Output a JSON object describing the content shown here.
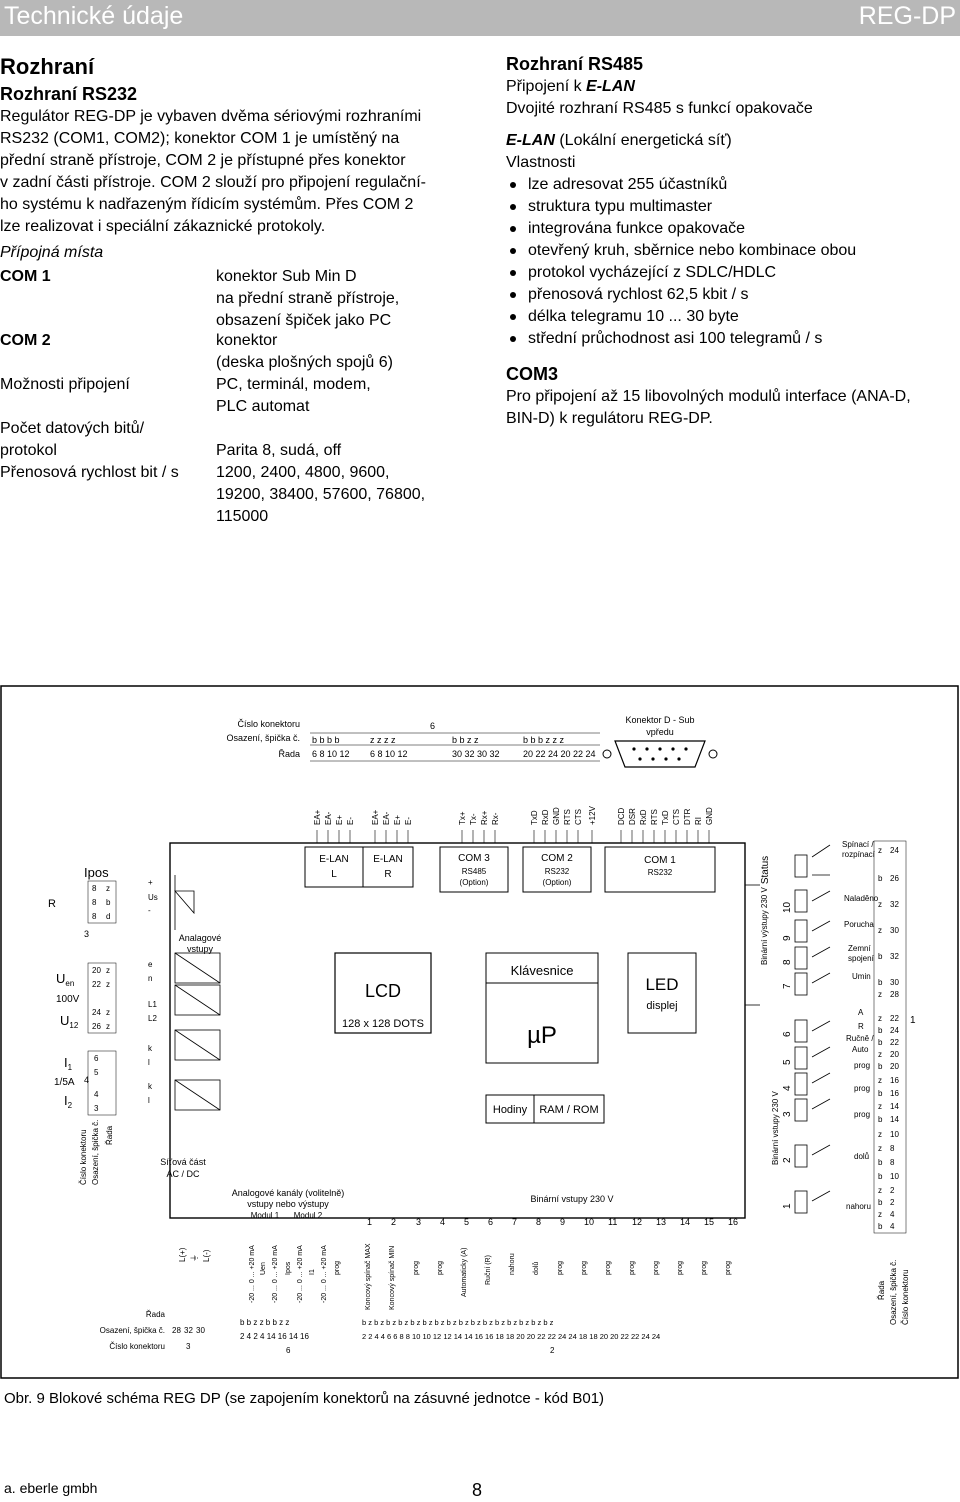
{
  "header": {
    "left_title": "Technické údaje",
    "right_title": "REG-DP"
  },
  "left": {
    "section_title": "Rozhraní",
    "subtitle": "Rozhraní RS232",
    "intro": [
      "Regulátor REG-DP je vybaven dvěma sériovými rozhraními",
      "RS232 (COM1, COM2); konektor COM 1 je umístěný na",
      "přední straně přístroje, COM 2 je přístupné přes konektor",
      "v zadní části přístroje. COM 2 slouží pro připojení regulační-",
      "ho systému k nadřazeným řídicím systémům. Přes COM 2",
      "lze realizovat i speciální zákaznické protokoly."
    ],
    "connections_title": "Přípojná místa",
    "spec": {
      "com1_key": "COM 1",
      "com1_val": [
        "konektor Sub Min D",
        "na přední straně přístroje,",
        "obsazení špiček jako PC"
      ],
      "com2_key": "COM 2",
      "com2_val": [
        "konektor",
        "(deska plošných spojů 6)"
      ],
      "options_key": "Možnosti připojení",
      "options_val": [
        "PC, terminál, modem,",
        "PLC automat"
      ],
      "bits_key": [
        "Počet datových bitů/",
        "protokol"
      ],
      "bits_val": "Parita 8, sudá, off",
      "baud_key": "Přenosová rychlost bit / s",
      "baud_val": [
        "1200, 2400, 4800, 9600,",
        "19200, 38400, 57600, 76800,",
        "115000"
      ]
    }
  },
  "right": {
    "title": "Rozhraní RS485",
    "sub1_prefix": "Připojení k ",
    "sub1_em": "E-LAN",
    "sub2": "Dvojité rozhraní RS485 s funkcí opakovače",
    "elan_em": "E-LAN",
    "elan_rest": " (Lokální energetická síť)",
    "props_title": "Vlastnosti",
    "bullets": [
      "lze adresovat 255 účastníků",
      "struktura typu multimaster",
      "integrována funkce opakovače",
      "otevřený kruh, sběrnice nebo kombinace obou",
      "protokol vycházející z SDLC/HDLC",
      "přenosová rychlost 62,5 kbit / s",
      "délka telegramu 10 ... 30 byte",
      "střední průchodnost asi 100 telegramů / s"
    ],
    "com3_title": "COM3",
    "com3_text": [
      "Pro připojení až 15 libovolných modulů interface (ANA-D,",
      "BIN-D) k regulátoru REG-DP."
    ]
  },
  "diagram": {
    "conn_labels": [
      "Číslo konektoru",
      "Osazení, špička č.",
      "Řada"
    ],
    "top_number": "6",
    "sub_d_title": [
      "Konektor D - Sub",
      "vpředu"
    ],
    "top_groups": [
      {
        "rows": [
          "b b b b",
          "6 8 10 12"
        ],
        "signals": [
          "EA+",
          "EA-",
          "E+",
          "E-"
        ]
      },
      {
        "rows": [
          "z z z z",
          "6 8 10 12"
        ],
        "signals": [
          "EA+",
          "EA-",
          "E+",
          "E-"
        ]
      },
      {
        "rows": [
          "b b z z",
          "30 32 30 32"
        ],
        "signals": [
          "Tx+",
          "Tx-",
          "Rx+",
          "Rx-"
        ]
      },
      {
        "rows": [
          "b b b z z z",
          "20 22 24 20 22 24"
        ],
        "signals": [
          "TxD",
          "RxD",
          "GND",
          "RTS",
          "CTS",
          "+12V"
        ]
      }
    ],
    "subd_signals": [
      "DCD",
      "DSR",
      "RxD",
      "RTS",
      "TxD",
      "CTS",
      "DTR",
      "RI",
      "GND"
    ],
    "blocks": {
      "elan_l": [
        "E-LAN",
        "L"
      ],
      "elan_r": [
        "E-LAN",
        "R"
      ],
      "com3": [
        "COM 3",
        "RS485",
        "(Option)"
      ],
      "com2": [
        "COM 2",
        "RS232",
        "(Option)"
      ],
      "com1": [
        "COM 1",
        "RS232"
      ],
      "status": "Status",
      "lcd": "LCD",
      "lcd_dots": "128 x 128 DOTS",
      "keyboard": "Klávesnice",
      "up": "µP",
      "led": "LED",
      "led_display": "displej",
      "clock": "Hodiny",
      "ram": "RAM / ROM",
      "analog_inputs": [
        "Analagové",
        "vstupy"
      ],
      "mains": [
        "Síťová část",
        "AC / DC"
      ],
      "analog_channels": [
        "Analogové kanály (volitelně)",
        "vstupy nebo výstupy"
      ],
      "module1": "Modul 1",
      "module2": "Modul 2",
      "binary_inputs": "Binární vstupy 230 V",
      "binary_outputs_v": "Binární výstupy 230 V",
      "binary_inputs_v": "Binární vstupy 230 V"
    },
    "left_labels": {
      "ipos": "Ipos",
      "r": "R",
      "uen": "U",
      "uen_sub": "en",
      "v100": "100V",
      "u12": "U",
      "u12_sub": "12",
      "i1": "I",
      "i1_sub": "1",
      "a15": "1/5A",
      "i2": "I",
      "i2_sub": "2",
      "n3": "3",
      "n4": "4",
      "pins": [
        [
          "8",
          "z"
        ],
        [
          "8",
          "b"
        ],
        [
          "8",
          "d"
        ],
        [
          "20",
          "z"
        ],
        [
          "22",
          "z"
        ],
        [
          "24",
          "z"
        ],
        [
          "26",
          "z"
        ],
        [
          "6",
          ""
        ],
        [
          "5",
          ""
        ],
        [
          "4",
          ""
        ],
        [
          "3",
          ""
        ]
      ],
      "us_col": [
        "+",
        "Us",
        "-",
        "e",
        "n",
        "L1",
        "L2",
        "k",
        "l",
        "k",
        "l"
      ],
      "vert": [
        "Číslo konektoru",
        "Osazení, špička č.",
        "Řada"
      ]
    },
    "bottom_left": {
      "rada": "Řada",
      "osazeni": "Osazení, špička č.",
      "cislo": "Číslo konektoru",
      "pins": [
        "28",
        "32",
        "30"
      ],
      "conn": "3"
    },
    "bottom_signals_left": [
      "L(+)",
      "⏚",
      "L(-)"
    ],
    "bottom_signals_analog": [
      "-20 ... 0 ... +20 mA",
      "Uen",
      "-20 ... 0 ... +20 mA",
      "Ipos",
      "-20 ... 0 ... +20 mA",
      "I1",
      "-20 ... 0 ... +20 mA",
      "prog"
    ],
    "bottom_analog_rows": [
      "b b z z b b z z",
      "2 4 2 4 14 16 14 16"
    ],
    "bottom_analog_conn": "6",
    "binary_numbers": [
      "1",
      "2",
      "3",
      "4",
      "5",
      "6",
      "7",
      "8",
      "9",
      "10",
      "11",
      "12",
      "13",
      "14",
      "15",
      "16"
    ],
    "bottom_signals_binary": [
      "Koncový spínač MAX",
      "Koncový spínač MIN",
      "prog",
      "prog",
      "Automaticky (A)",
      "Ruční (R)",
      "nahoru",
      "dolů",
      "prog",
      "prog",
      "prog",
      "prog",
      "prog",
      "prog",
      "prog",
      "prog"
    ],
    "bottom_binary_rows": [
      "b z b z b z b z b z b z b z b z b z b z b z b z b z b z b z b z",
      "2 2 4 4 6 6 8 8 10 10 12 12 14 14 16 16 18 18 20 20 22 22 24 24 18 18 20 20 22 22 24 24"
    ],
    "bottom_binary_conn": "2",
    "right_labels": {
      "spinaci": [
        "Spínací /",
        "rozpínací"
      ],
      "nadeno": "Naladěno",
      "porucha": "Porucha",
      "zemni": [
        "Zemní",
        "spojení"
      ],
      "umin": "Umin",
      "a": "A",
      "r": "R",
      "rucne": "Ručně /",
      "auto": "Auto",
      "prog": "prog",
      "dolu": "dolů",
      "nahoru": "nahoru",
      "relay_nums_top": [
        "10",
        "9",
        "8",
        "7"
      ],
      "relay_nums_bot": [
        "6",
        "5",
        "4",
        "3",
        "2",
        "1"
      ],
      "pin_pairs": [
        [
          "z",
          "24"
        ],
        [
          "b",
          "26"
        ],
        [
          "z",
          "32"
        ],
        [
          "z",
          "30"
        ],
        [
          "b",
          "32"
        ],
        [
          "b",
          "30"
        ],
        [
          "z",
          "28"
        ],
        [
          "z",
          "22"
        ],
        [
          "b",
          "24"
        ],
        [
          "b",
          "22"
        ],
        [
          "z",
          "20"
        ],
        [
          "b",
          "20"
        ],
        [
          "z",
          "16"
        ],
        [
          "b",
          "16"
        ],
        [
          "z",
          "14"
        ],
        [
          "b",
          "14"
        ],
        [
          "z",
          "10"
        ],
        [
          "z",
          "8"
        ],
        [
          "b",
          "8"
        ],
        [
          "b",
          "10"
        ],
        [
          "z",
          "2"
        ],
        [
          "b",
          "2"
        ],
        [
          "z",
          "4"
        ],
        [
          "b",
          "4"
        ]
      ],
      "conn_num": "1",
      "vert": [
        "Řada",
        "Osazení, špička č.",
        "Číslo konektoru"
      ]
    }
  },
  "caption": "Obr. 9 Blokové schéma REG DP (se zapojením konektorů na zásuvné jednotce - kód B01)",
  "footer": {
    "company": "a. eberle gmbh",
    "page": "8"
  }
}
